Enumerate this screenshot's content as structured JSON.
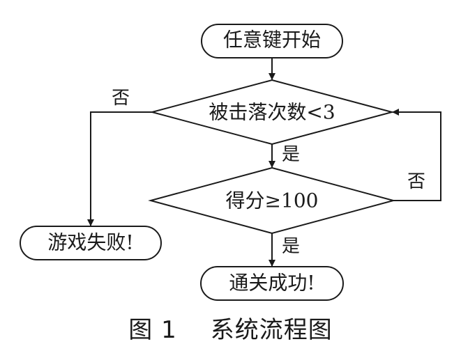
{
  "diagram": {
    "nodes": {
      "start": "任意键开始",
      "check_hits": "被击落次数<3",
      "check_score": "得分≥100",
      "game_over": "游戏失败!",
      "success": "通关成功!"
    },
    "edges": {
      "hits_no": "否",
      "hits_yes": "是",
      "score_no": "否",
      "score_yes": "是"
    }
  },
  "caption": {
    "number": "图 1",
    "title": "系统流程图"
  }
}
